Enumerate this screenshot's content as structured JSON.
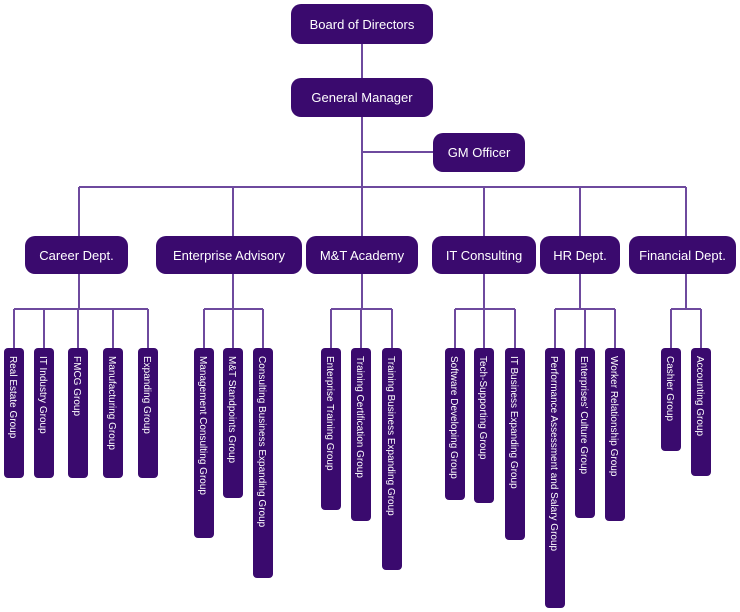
{
  "top": {
    "board": "Board of Directors",
    "gm": "General Manager",
    "gm_officer": "GM Officer"
  },
  "departments": [
    {
      "name": "Career Dept.",
      "groups": [
        "Real Estate Group",
        "IT Industry Group",
        "FMCG Group",
        "Manufacturing Group",
        "Expanding Group"
      ]
    },
    {
      "name": "Enterprise Advisory",
      "groups": [
        "Management Consulting Group",
        "M&T Standpoints Group",
        "Consulting Business Expanding Group"
      ]
    },
    {
      "name": "M&T Academy",
      "groups": [
        "Enterprise Training Group",
        "Training Certification Group",
        "Training Business Expanding Group"
      ]
    },
    {
      "name": "IT Consulting",
      "groups": [
        "Software Developing Group",
        "Tech-Supporting Group",
        "IT Business Expanding Group"
      ]
    },
    {
      "name": "HR Dept.",
      "groups": [
        "Performance Assessment and Salary Group",
        "Enterprises' Culture Group",
        "Worker Relationship Group"
      ]
    },
    {
      "name": "Financial Dept.",
      "groups": [
        "Cashier Group",
        "Accounting Group"
      ]
    }
  ]
}
